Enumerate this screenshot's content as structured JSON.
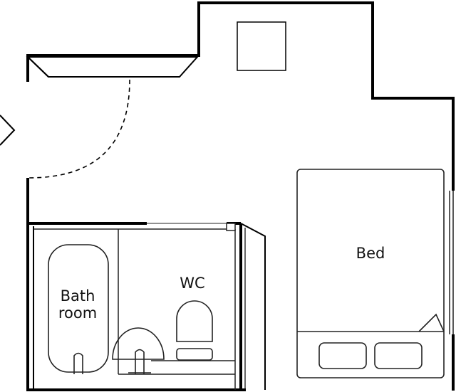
{
  "plan": {
    "room_labels": {
      "bathroom_line1": "Bath",
      "bathroom_line2": "room",
      "wc": "WC",
      "bed": "Bed"
    },
    "colors": {
      "wall": "#000000",
      "line": "#222222",
      "background": "#ffffff"
    },
    "icons": [
      "entrance-arrow-icon",
      "door-swing-arc",
      "bathtub",
      "sink",
      "toilet",
      "bed",
      "pillows",
      "skylight"
    ]
  }
}
